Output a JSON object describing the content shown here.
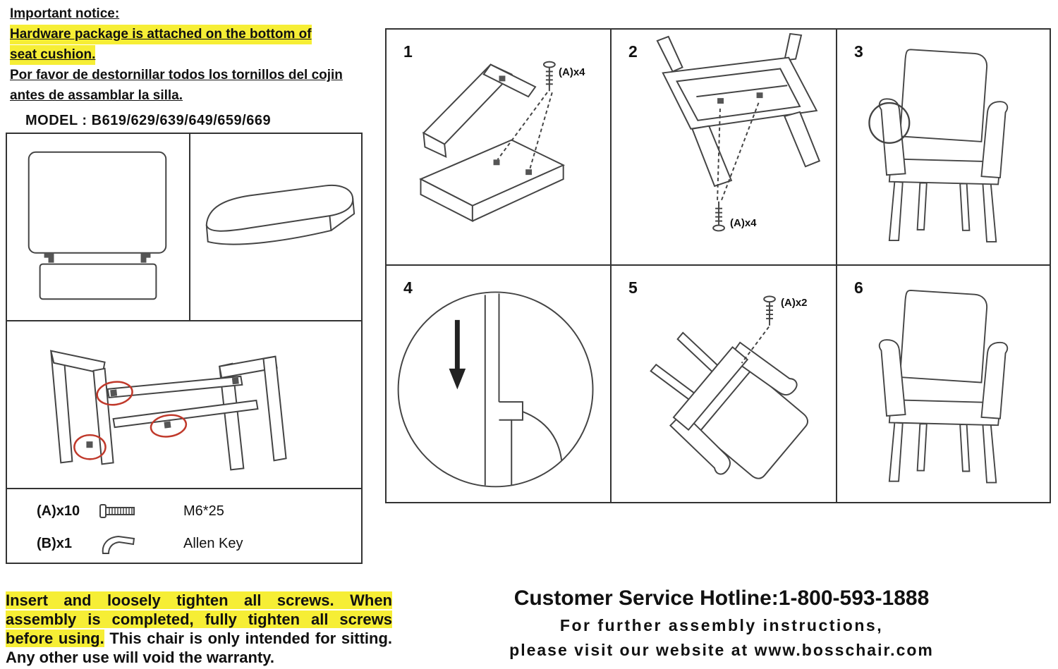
{
  "notice": {
    "title": "Important notice:",
    "line1": "Hardware package is attached on the bottom of",
    "line2": "seat cushion.",
    "line3": "Por favor de destornillar todos los tornillos del cojin",
    "line4": "antes de assamblar la silla."
  },
  "model": "MODEL : B619/629/639/649/659/669",
  "hardware": {
    "item_a": {
      "label": "(A)x10",
      "spec": "M6*25"
    },
    "item_b": {
      "label": "(B)x1",
      "spec": "Allen Key"
    }
  },
  "warning": {
    "highlighted": "Insert and loosely tighten all screws. When assembly is completed, fully tighten all screws before using.",
    "plain": " This chair is only intended for sitting. Any other use will void the warranty."
  },
  "steps": [
    {
      "number": "1",
      "screw_label": "(A)x4"
    },
    {
      "number": "2",
      "screw_label": "(A)x4"
    },
    {
      "number": "3"
    },
    {
      "number": "4"
    },
    {
      "number": "5",
      "screw_label": "(A)x2"
    },
    {
      "number": "6"
    }
  ],
  "footer": {
    "hotline": "Customer Service Hotline:1-800-593-1888",
    "line2": "For further assembly instructions,",
    "line3": "please visit our website at www.bosschair.com"
  },
  "colors": {
    "highlight_yellow": "#f6ee35",
    "annotation_red": "#c0392b",
    "line_gray": "#444444"
  }
}
